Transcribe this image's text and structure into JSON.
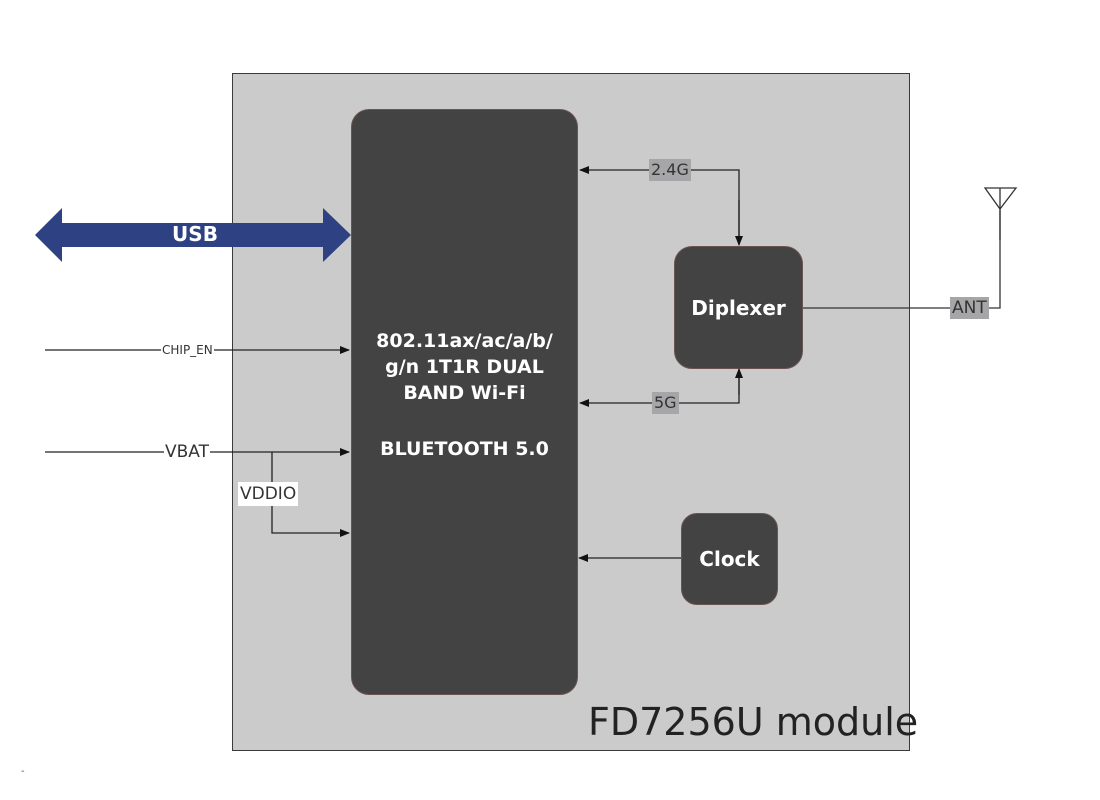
{
  "diagram": {
    "module_name": "FD7256U module",
    "soc": {
      "lines": [
        "802.11ax/ac/a/b/",
        "g/n 1T1R DUAL",
        "BAND Wi-Fi"
      ],
      "bluetooth": "BLUETOOTH 5.0"
    },
    "diplexer_label": "Diplexer",
    "clock_label": "Clock",
    "interface": {
      "usb": "USB",
      "chip_en": "CHIP_EN",
      "vbat": "VBAT",
      "vddio": "VDDIO"
    },
    "rf": {
      "band_24": "2.4G",
      "band_5": "5G",
      "antenna": "ANT"
    },
    "stray_mark": "-",
    "colors": {
      "module_fill": "#cbcbcb",
      "block_fill": "#444343",
      "usb_arrow": "#2e4283",
      "tag_fill": "#a6a6a8"
    },
    "connections": [
      {
        "from": "USB",
        "to": "SoC",
        "type": "bidirectional"
      },
      {
        "from": "CHIP_EN",
        "to": "SoC"
      },
      {
        "from": "VBAT",
        "to": "SoC"
      },
      {
        "from": "VDDIO",
        "to": "SoC"
      },
      {
        "from": "Diplexer",
        "to": "SoC",
        "label": "2.4G"
      },
      {
        "from": "Diplexer",
        "to": "SoC",
        "label": "5G"
      },
      {
        "from": "Clock",
        "to": "SoC"
      },
      {
        "from": "Diplexer",
        "to": "Antenna",
        "label": "ANT"
      }
    ]
  }
}
